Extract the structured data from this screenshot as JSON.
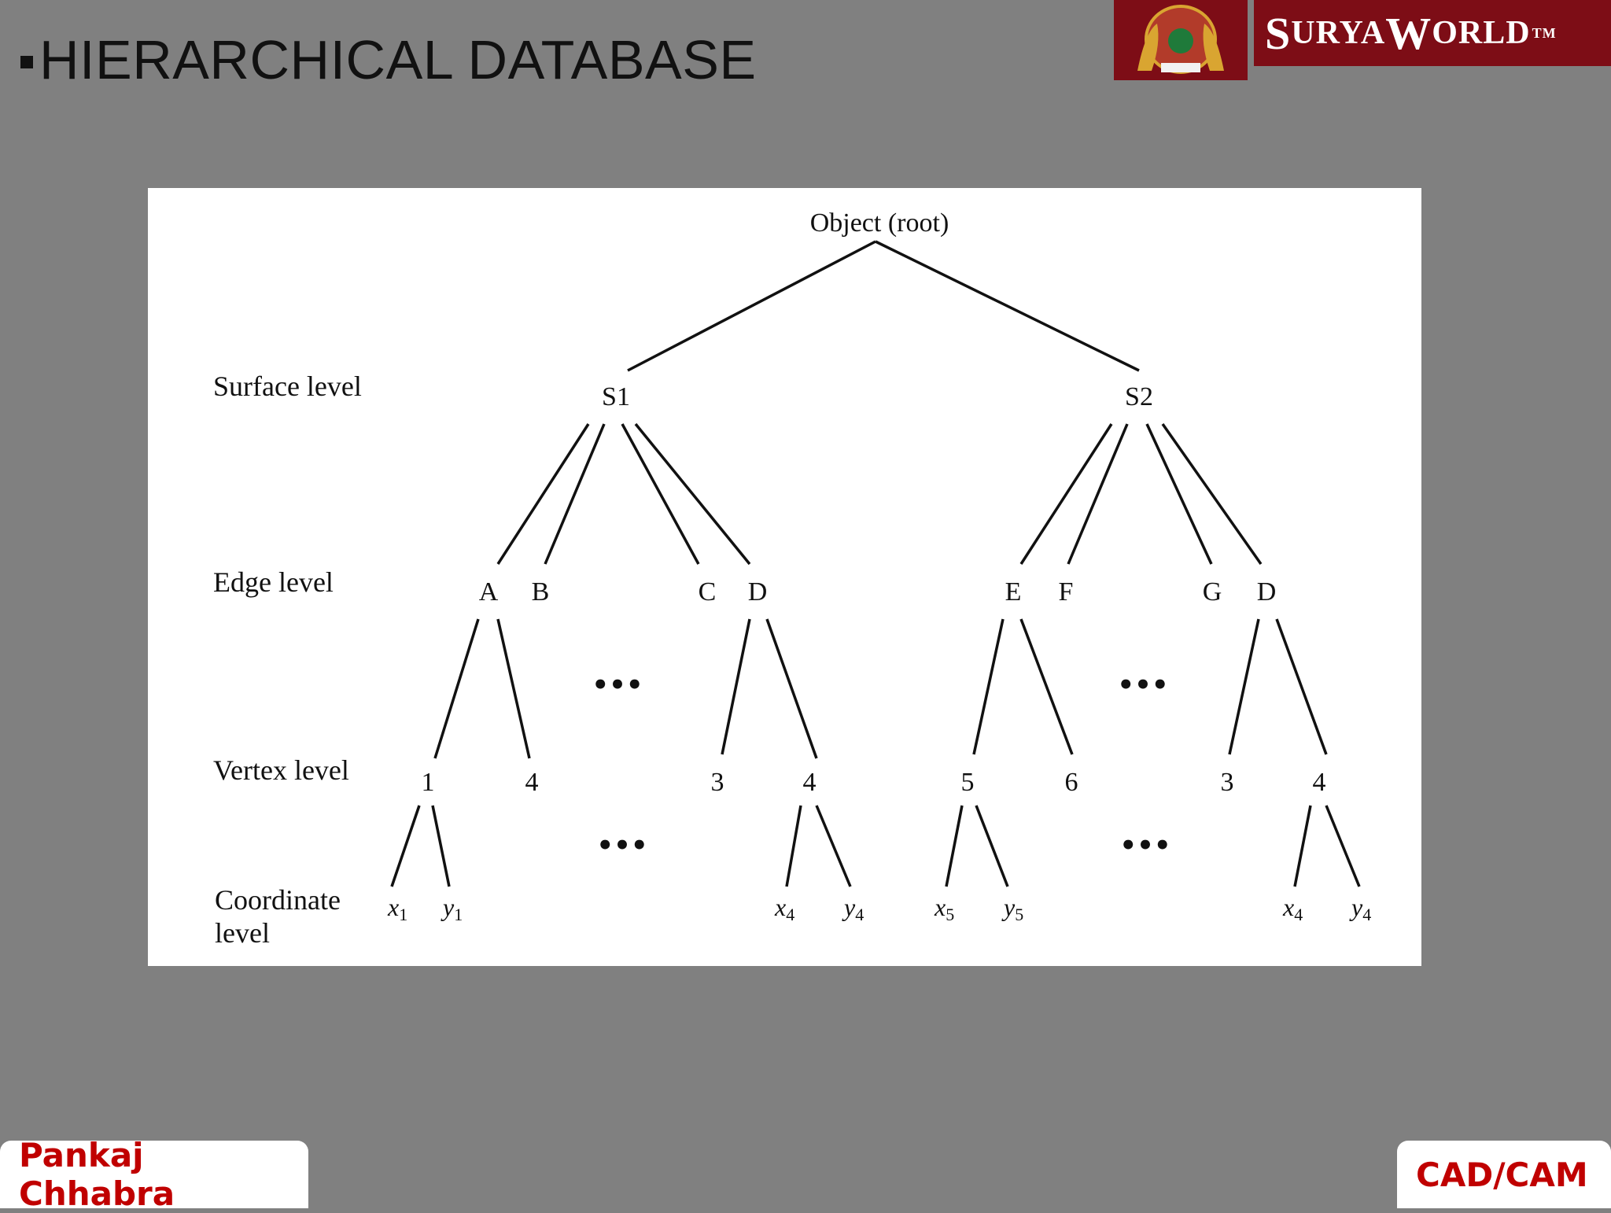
{
  "slide": {
    "title": "HIERARCHICAL DATABASE",
    "logo": {
      "big_s": "S",
      "rest_s": "URYA ",
      "big_w": "W",
      "rest_w": "ORLD",
      "tm": "TM"
    },
    "footer_left": "Pankaj Chhabra",
    "footer_right": "CAD/CAM"
  },
  "diagram": {
    "root": "Object (root)",
    "levels": {
      "surface": "Surface level",
      "edge": "Edge level",
      "vertex": "Vertex level",
      "coordinate_1": "Coordinate",
      "coordinate_2": "level"
    },
    "surfaces": [
      "S1",
      "S2"
    ],
    "edges": [
      "A",
      "B",
      "C",
      "D",
      "E",
      "F",
      "G",
      "D"
    ],
    "vertices": [
      "1",
      "4",
      "3",
      "4",
      "5",
      "6",
      "3",
      "4"
    ],
    "coordinates": [
      {
        "base": "x",
        "sub": "1"
      },
      {
        "base": "y",
        "sub": "1"
      },
      {
        "base": "x",
        "sub": "4"
      },
      {
        "base": "y",
        "sub": "4"
      },
      {
        "base": "x",
        "sub": "5"
      },
      {
        "base": "y",
        "sub": "5"
      },
      {
        "base": "x",
        "sub": "4"
      },
      {
        "base": "y",
        "sub": "4"
      }
    ],
    "ellipsis": "•••"
  },
  "colors": {
    "background": "#808080",
    "brand_red": "#7d0d16",
    "footer_text": "#c00000"
  }
}
